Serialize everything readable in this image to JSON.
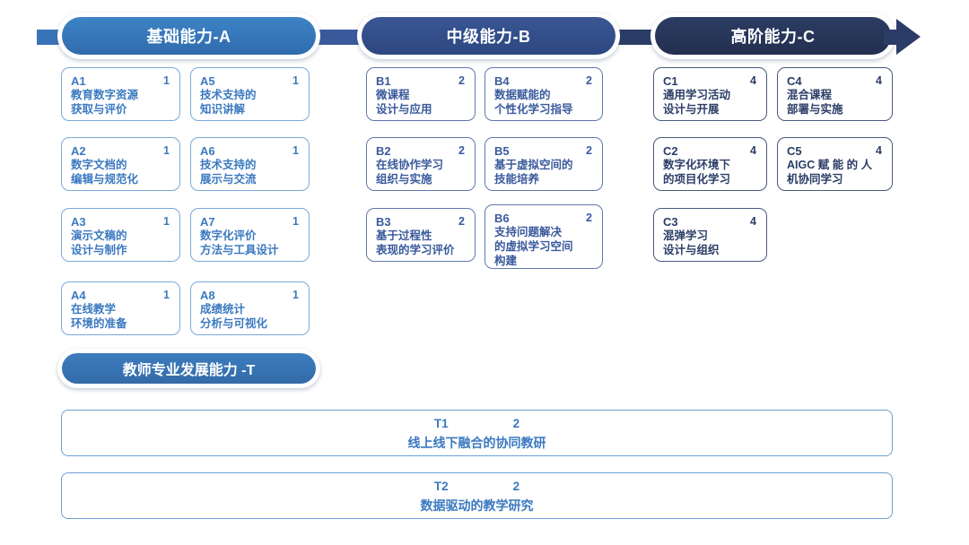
{
  "header": {
    "stages": [
      {
        "label": "基础能力-A",
        "key": "stage-a"
      },
      {
        "label": "中级能力-B",
        "key": "stage-b"
      },
      {
        "label": "高阶能力-C",
        "key": "stage-c"
      }
    ],
    "arrow_icon": "right-arrow-icon"
  },
  "columns": {
    "a": {
      "cards": [
        {
          "code": "A1",
          "level": "1",
          "desc": "教育数字资源\n获取与评价"
        },
        {
          "code": "A2",
          "level": "1",
          "desc": "数字文档的\n编辑与规范化"
        },
        {
          "code": "A3",
          "level": "1",
          "desc": "演示文稿的\n设计与制作"
        },
        {
          "code": "A4",
          "level": "1",
          "desc": "在线教学\n环境的准备"
        },
        {
          "code": "A5",
          "level": "1",
          "desc": "技术支持的\n知识讲解"
        },
        {
          "code": "A6",
          "level": "1",
          "desc": "技术支持的\n展示与交流"
        },
        {
          "code": "A7",
          "level": "1",
          "desc": "数字化评价\n方法与工具设计"
        },
        {
          "code": "A8",
          "level": "1",
          "desc": "成绩统计\n分析与可视化"
        }
      ]
    },
    "b": {
      "cards": [
        {
          "code": "B1",
          "level": "2",
          "desc": "微课程\n设计与应用"
        },
        {
          "code": "B2",
          "level": "2",
          "desc": "在线协作学习\n组织与实施"
        },
        {
          "code": "B3",
          "level": "2",
          "desc": "基于过程性\n表现的学习评价"
        },
        {
          "code": "B4",
          "level": "2",
          "desc": "数据赋能的\n个性化学习指导"
        },
        {
          "code": "B5",
          "level": "2",
          "desc": "基于虚拟空间的\n技能培养"
        },
        {
          "code": "B6",
          "level": "2",
          "desc": "支持问题解决\n的虚拟学习空间\n构建"
        }
      ]
    },
    "c": {
      "cards": [
        {
          "code": "C1",
          "level": "4",
          "desc": "通用学习活动\n设计与开展"
        },
        {
          "code": "C2",
          "level": "4",
          "desc": "数字化环境下\n的项目化学习"
        },
        {
          "code": "C3",
          "level": "4",
          "desc": "混弹学习\n设计与组织"
        },
        {
          "code": "C4",
          "level": "4",
          "desc": "混合课程\n部署与实施"
        },
        {
          "code": "C5",
          "level": "4",
          "desc": "AIGC 赋 能 的 人\n机协同学习"
        }
      ]
    }
  },
  "teacher_section": {
    "pill_label": "教师专业发展能力   -T",
    "rows": [
      {
        "code": "T1",
        "level": "2",
        "desc": "线上线下融合的协同教研"
      },
      {
        "code": "T2",
        "level": "2",
        "desc": "数据驱动的教学研究"
      }
    ]
  },
  "colors": {
    "stage_a": "#3d83c6",
    "stage_b": "#3a5694",
    "stage_c": "#2c3c63",
    "card_a_text": "#3b79c0",
    "card_b_text": "#3a5a9c",
    "card_c_text": "#2b3d66"
  }
}
